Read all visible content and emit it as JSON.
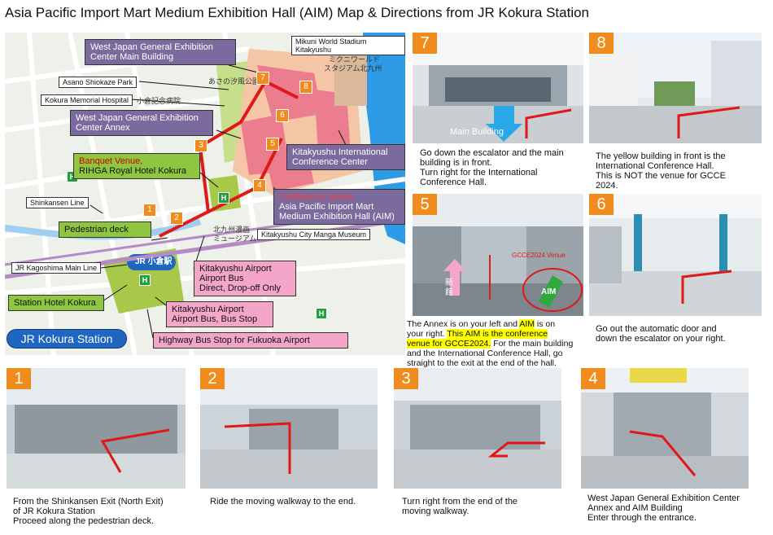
{
  "title": "Asia Pacific Import Mart Medium Exhibition Hall (AIM) Map & Directions from JR Kokura Station",
  "map": {
    "labels": {
      "main_building": [
        "West Japan General Exhibition",
        "Center Main Building"
      ],
      "asano_park": "Asano Shiokaze Park",
      "memorial_hospital": "Kokura Memorial Hospital",
      "annex": [
        "West Japan General Exhibition",
        "Center Annex"
      ],
      "banquet_title": "Banquet Venue,",
      "banquet_name": "RIHGA Royal Hotel Kokura",
      "shinkansen": "Shinkansen Line",
      "pedestrian": "Pedestrian deck",
      "kagoshima": "JR Kagoshima Main Line",
      "station_hotel": "Station Hotel Kokura",
      "jr_station": "JR Kokura Station",
      "stadium": "Mikuni World Stadium Kitakyushu",
      "intl_conf": [
        "Kitakyushu International",
        "Conference Center"
      ],
      "conf_title": "Conference Venue,",
      "conf_name": [
        "Asia Pacific Import Mart",
        "Medium Exhibition Hall (AIM)"
      ],
      "manga": "Kitakyushu City Manga Museum",
      "airport_bus_direct": [
        "Kitakyushu Airport",
        "Airport Bus",
        "Direct, Drop-off Only"
      ],
      "airport_bus_stop": [
        "Kitakyushu Airport",
        "Airport Bus, Bus Stop"
      ],
      "highway_bus": "Highway Bus Stop for Fukuoka Airport",
      "map_station_jp": "JR 小倉駅",
      "map_park_jp": "あさの汐風公園",
      "map_hospital_jp": "小倉記念病院",
      "map_stadium_jp": [
        "ミクニワールド",
        "スタジアム北九州"
      ],
      "map_manga_jp": [
        "北九州漫画",
        "ミュージアム"
      ]
    },
    "markers": [
      "1",
      "2",
      "3",
      "4",
      "5",
      "6",
      "7",
      "8"
    ],
    "hospital_mark": "H"
  },
  "steps": [
    {
      "num": "1",
      "caption": [
        "From the Shinkansen Exit (North Exit)",
        "of JR Kokura Station",
        "Proceed along the pedestrian deck."
      ]
    },
    {
      "num": "2",
      "caption": [
        "Ride the moving walkway to the end."
      ]
    },
    {
      "num": "3",
      "caption": [
        "Turn right from the end of the",
        "moving walkway."
      ]
    },
    {
      "num": "4",
      "caption": [
        "West Japan General Exhibition Center",
        "Annex and AIM Building",
        "Enter through the entrance."
      ]
    },
    {
      "num": "5",
      "caption_a": "The Annex is on your left and ",
      "caption_aim": "AIM",
      "caption_b": " is on",
      "caption_c": "your right. ",
      "caption_hl1": "This AIM is the conference",
      "caption_hl2": "venue for GCCE2024.",
      "caption_d": " For the main building",
      "caption_e": "and the International Conference Hall, go",
      "caption_f": "straight to the exit at the end of the hall.",
      "photo_aim": "AIM",
      "photo_annex": "新館",
      "photo_sign": "GCCE2024 Venue"
    },
    {
      "num": "6",
      "caption": [
        "Go out the automatic door and",
        "down the escalator on your right."
      ]
    },
    {
      "num": "7",
      "caption": [
        "Go down the escalator and the main",
        "building is in front.",
        "Turn right for the International",
        "Conference Hall."
      ],
      "photo_label": "Main Building"
    },
    {
      "num": "8",
      "caption": [
        "The yellow building in front is the",
        "International Conference Hall.",
        "This is NOT the venue for GCCE",
        "2024."
      ]
    }
  ],
  "colors": {
    "orange": "#f08c1e",
    "purple": "#7a6a9e",
    "green": "#8ec63f",
    "pink": "#f4a6c8",
    "blue": "#1f66c1",
    "red": "#e01818",
    "sea": "#2e9be6"
  }
}
